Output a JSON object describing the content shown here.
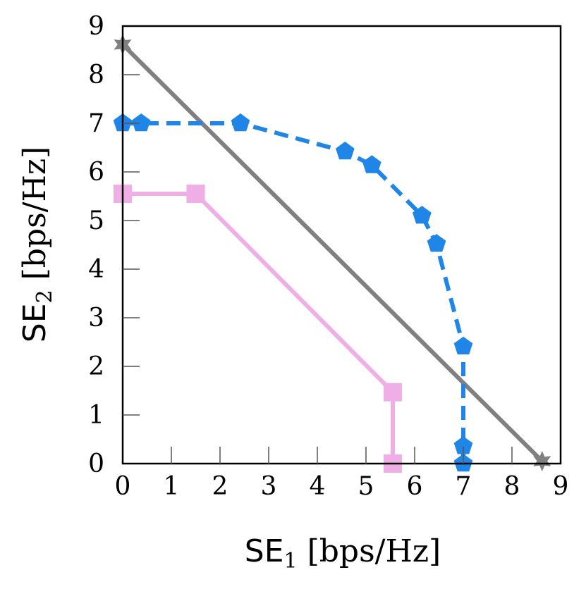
{
  "chart_data": {
    "type": "line",
    "xlabel": {
      "main": "SE",
      "sub": "1",
      "unit": " [bps/Hz]"
    },
    "ylabel": {
      "main": "SE",
      "sub": "2",
      "unit": " [bps/Hz]"
    },
    "xlim": [
      0,
      9
    ],
    "ylim": [
      0,
      9
    ],
    "xticks": [
      "0",
      "1",
      "2",
      "3",
      "4",
      "5",
      "6",
      "7",
      "8",
      "9"
    ],
    "yticks": [
      "0",
      "1",
      "2",
      "3",
      "4",
      "5",
      "6",
      "7",
      "8",
      "9"
    ],
    "grid": false,
    "series": [
      {
        "color": "#808080",
        "line_style": "solid",
        "marker": "star",
        "x": [
          0,
          8.62
        ],
        "y": [
          8.62,
          0.05
        ]
      },
      {
        "color": "#1f86e8",
        "line_style": "dashed",
        "marker": "pentagon",
        "x": [
          0,
          0.38,
          2.42,
          4.57,
          5.12,
          6.15,
          6.45,
          7.0,
          7.0,
          7.0
        ],
        "y": [
          7.0,
          7.0,
          7.0,
          6.42,
          6.14,
          5.1,
          4.52,
          2.41,
          0.36,
          0.0
        ]
      },
      {
        "color": "#f0aee6",
        "line_style": "solid",
        "marker": "square",
        "x": [
          0,
          1.5,
          5.55,
          5.55
        ],
        "y": [
          5.55,
          5.55,
          1.47,
          0.0
        ]
      }
    ]
  }
}
